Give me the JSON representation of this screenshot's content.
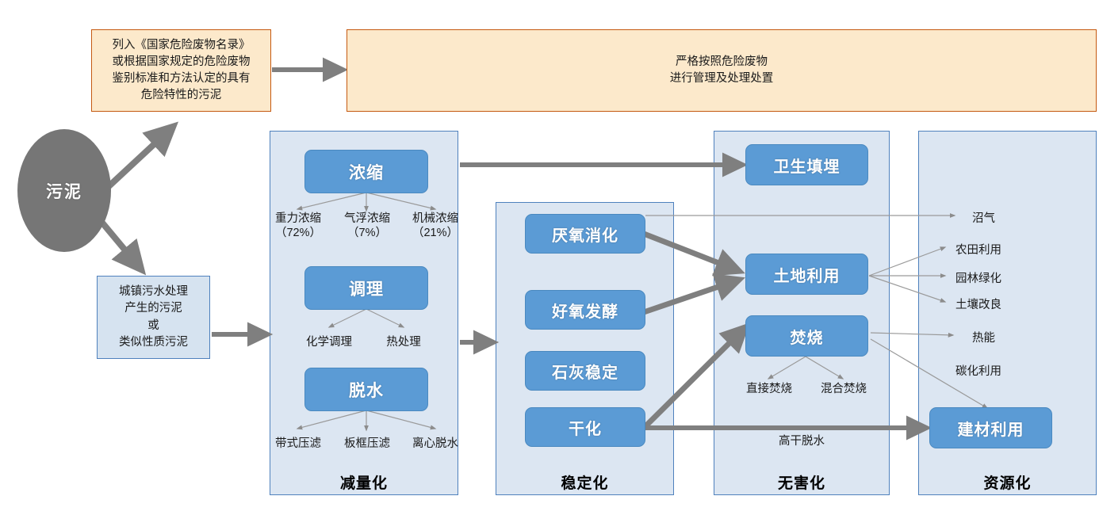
{
  "source": {
    "label": "污泥",
    "shape": "ellipse"
  },
  "hazard_box": {
    "lines": [
      "列入《国家危险废物名录》",
      "或根据国家规定的危险废物",
      "鉴别标准和方法认定的具有",
      "危险特性的污泥"
    ]
  },
  "hazard_banner": {
    "lines": [
      "严格按照危险废物",
      "进行管理及处理处置"
    ]
  },
  "municipal_box": {
    "lines": [
      "城镇污水处理",
      "产生的污泥",
      "或",
      "类似性质污泥"
    ]
  },
  "panels": [
    {
      "id": "reduction",
      "title": "减量化",
      "nodes": [
        {
          "label": "浓缩"
        },
        {
          "label": "调理"
        },
        {
          "label": "脱水"
        }
      ],
      "sublabels": [
        {
          "line1": "重力浓缩",
          "line2": "（72%）"
        },
        {
          "line1": "气浮浓缩",
          "line2": "（7%）"
        },
        {
          "line1": "机械浓缩",
          "line2": "（21%）"
        },
        {
          "line1": "化学调理",
          "line2": ""
        },
        {
          "line1": "热处理",
          "line2": ""
        },
        {
          "line1": "带式压滤",
          "line2": ""
        },
        {
          "line1": "板框压滤",
          "line2": ""
        },
        {
          "line1": "离心脱水",
          "line2": ""
        }
      ]
    },
    {
      "id": "stabilization",
      "title": "稳定化",
      "nodes": [
        {
          "label": "厌氧消化"
        },
        {
          "label": "好氧发酵"
        },
        {
          "label": "石灰稳定"
        },
        {
          "label": "干化"
        }
      ],
      "sublabels": []
    },
    {
      "id": "harmless",
      "title": "无害化",
      "nodes": [
        {
          "label": "卫生填埋"
        },
        {
          "label": "土地利用"
        },
        {
          "label": "焚烧"
        }
      ],
      "sublabels": [
        {
          "line1": "直接焚烧",
          "line2": ""
        },
        {
          "line1": "混合焚烧",
          "line2": ""
        }
      ]
    },
    {
      "id": "resource",
      "title": "资源化",
      "nodes": [
        {
          "label": "建材利用"
        }
      ],
      "outputs": [
        {
          "label": "沼气"
        },
        {
          "label": "农田利用"
        },
        {
          "label": "园林绿化"
        },
        {
          "label": "土壤改良"
        },
        {
          "label": "热能"
        },
        {
          "label": "碳化利用"
        }
      ]
    }
  ],
  "edge_labels": [
    {
      "label": "高干脱水"
    }
  ],
  "colors": {
    "node_fill": "#5B9BD5",
    "panel_fill": "#DCE6F2",
    "panel_border": "#4F81BD",
    "orange_fill": "#FCE9CB",
    "orange_border": "#C55A11",
    "ellipse_fill": "#767676",
    "thick_arrow": "#7F7F7F",
    "thin_arrow": "#9A9A9A"
  }
}
